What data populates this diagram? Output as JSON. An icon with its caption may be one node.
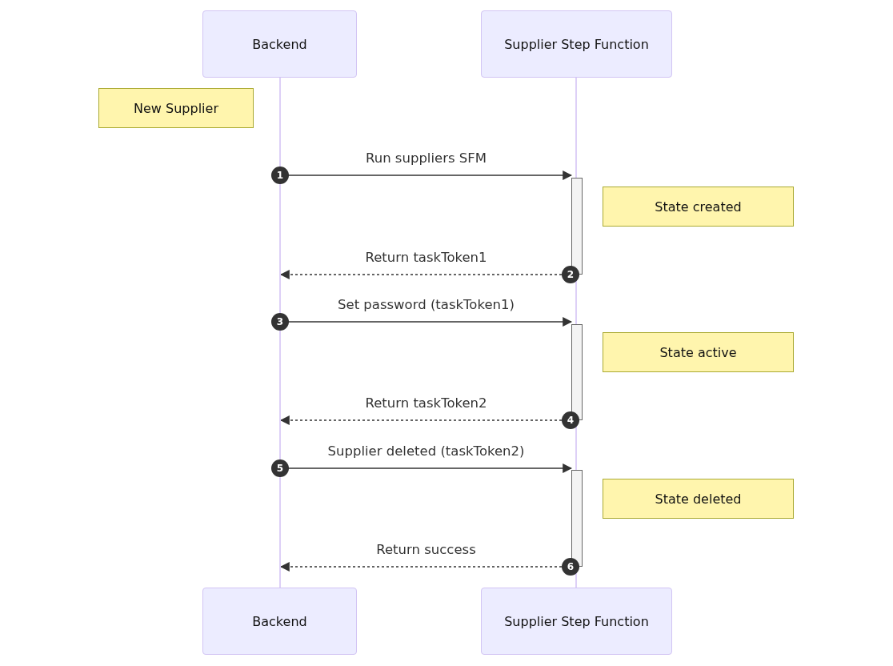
{
  "diagram": {
    "nodes": [
      {
        "text": [
          "Backend"
        ]
      },
      {
        "text": [
          "Supplier Step Function"
        ]
      },
      {
        "text": [
          "Backend"
        ]
      },
      {
        "text": [
          "Supplier Step Function"
        ]
      },
      {
        "text": [
          "New Supplier"
        ]
      },
      {
        "text": [
          "State created"
        ]
      },
      {
        "text": [
          "State active"
        ]
      },
      {
        "text": [
          "State deleted"
        ]
      },
      {
        "text": [],
        "shape": "bar"
      },
      {
        "text": [],
        "shape": "bar"
      },
      {
        "text": [],
        "shape": "bar"
      },
      {
        "text": [],
        "shape": "line"
      },
      {
        "text": [],
        "shape": "line"
      }
    ],
    "edges": [
      {
        "from": 11,
        "to": 8,
        "arrow": "to",
        "label": "Run suppliers SFM"
      },
      {
        "from": 8,
        "to": 11,
        "arrow": "to",
        "label": "Return taskToken1",
        "style": "dashed"
      },
      {
        "from": 11,
        "to": 9,
        "arrow": "to",
        "label": "Set password (taskToken1)"
      },
      {
        "from": 9,
        "to": 11,
        "arrow": "to",
        "label": "Return taskToken2",
        "style": "dashed"
      },
      {
        "from": 11,
        "to": 10,
        "arrow": "to",
        "label": "Supplier deleted (taskToken2)"
      },
      {
        "from": 10,
        "to": 11,
        "arrow": "to",
        "label": "Return success",
        "style": "dashed"
      }
    ],
    "labels": [
      "1",
      "2",
      "3",
      "4",
      "5",
      "6"
    ]
  }
}
